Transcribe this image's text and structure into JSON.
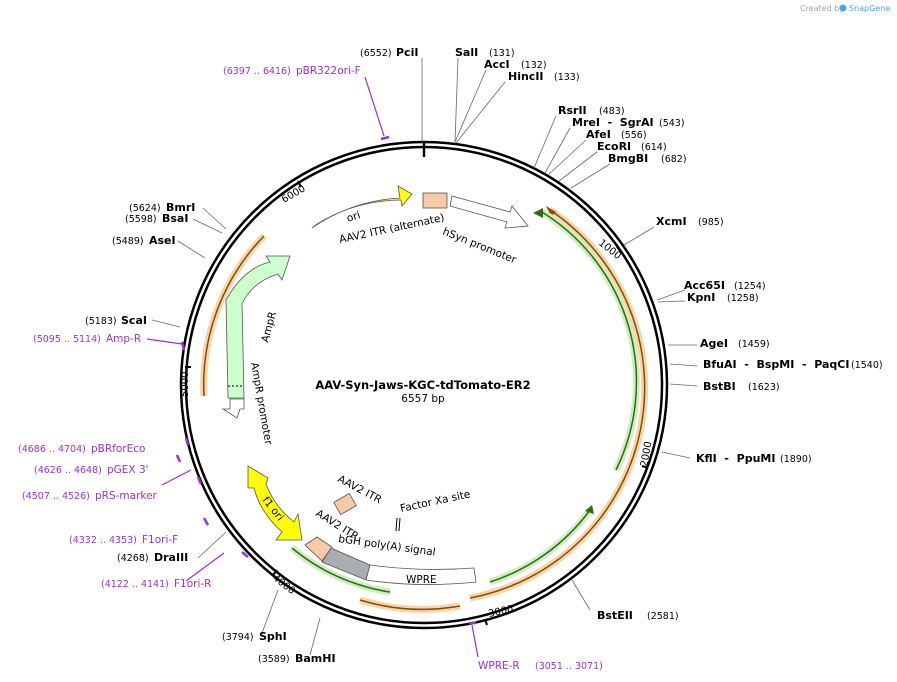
{
  "credit": {
    "prefix": "Created by",
    "brand": "SnapGene"
  },
  "plasmid": {
    "name": "AAV-Syn-Jaws-KGC-tdTomato-ER2",
    "size": "6557 bp"
  },
  "ticks": [
    "1000",
    "2000",
    "3000",
    "4000",
    "5000",
    "6000"
  ],
  "enzymes": [
    {
      "name": "PciI",
      "pos": "(6552)"
    },
    {
      "name": "SalI",
      "pos": "(131)"
    },
    {
      "name": "AccI",
      "pos": "(132)"
    },
    {
      "name": "HincII",
      "pos": "(133)"
    },
    {
      "name": "RsrII",
      "pos": "(483)"
    },
    {
      "name": "MreI  -  SgrAI",
      "pos": "(543)"
    },
    {
      "name": "AfeI",
      "pos": "(556)"
    },
    {
      "name": "EcoRI",
      "pos": "(614)"
    },
    {
      "name": "BmgBI",
      "pos": "(682)"
    },
    {
      "name": "XcmI",
      "pos": "(985)"
    },
    {
      "name": "Acc65I",
      "pos": "(1254)"
    },
    {
      "name": "KpnI",
      "pos": "(1258)"
    },
    {
      "name": "AgeI",
      "pos": "(1459)"
    },
    {
      "name": "BfuAI  -  BspMI  -  PaqCI",
      "pos": "(1540)"
    },
    {
      "name": "BstBI",
      "pos": "(1623)"
    },
    {
      "name": "KflI  -  PpuMI",
      "pos": "(1890)"
    },
    {
      "name": "BstEII",
      "pos": "(2581)"
    },
    {
      "name": "BamHI",
      "pos": "(3589)"
    },
    {
      "name": "SphI",
      "pos": "(3794)"
    },
    {
      "name": "DraIII",
      "pos": "(4268)"
    },
    {
      "name": "ScaI",
      "pos": "(5183)"
    },
    {
      "name": "AseI",
      "pos": "(5489)"
    },
    {
      "name": "BsaI",
      "pos": "(5598)"
    },
    {
      "name": "BmrI",
      "pos": "(5624)"
    }
  ],
  "primers": [
    {
      "name": "pBR322ori-F",
      "pos": "(6397 .. 6416)"
    },
    {
      "name": "Amp-R",
      "pos": "(5095 .. 5114)"
    },
    {
      "name": "pBRforEco",
      "pos": "(4686 .. 4704)"
    },
    {
      "name": "pGEX 3'",
      "pos": "(4626 .. 4648)"
    },
    {
      "name": "pRS-marker",
      "pos": "(4507 .. 4526)"
    },
    {
      "name": "F1ori-F",
      "pos": "(4332 .. 4353)"
    },
    {
      "name": "F1ori-R",
      "pos": "(4122 .. 4141)"
    },
    {
      "name": "WPRE-R",
      "pos": "(3051 .. 3071)"
    }
  ],
  "features": {
    "ori": "ori",
    "itr_alt": "AAV2 ITR (alternate)",
    "hsyn": "hSyn promoter",
    "ampr": "AmpR",
    "ampr_promoter": "AmpR promoter",
    "f1_ori": "f1 ori",
    "itr1": "AAV2 ITR",
    "itr2": "AAV2 ITR",
    "factor_xa": "Factor Xa site",
    "bgh": "bGH poly(A) signal",
    "wpre": "WPRE"
  },
  "colors": {
    "ori": "#ffff00",
    "itr": "#f7c9a4",
    "ampr": "#ccffcc",
    "bgh": "#a9aeb3",
    "orf_green": "#2e8b1f",
    "orf_orange": "#e0a030",
    "primer": "#9b30d9"
  }
}
